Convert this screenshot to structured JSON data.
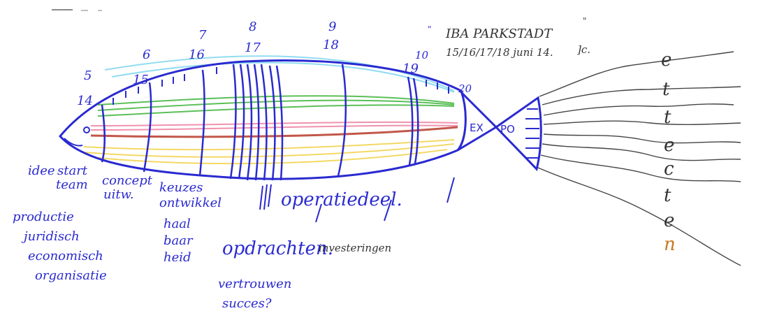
{
  "header": {
    "quote_open": "\"",
    "title": "IBA PARKSTADT",
    "quote_close": "\"",
    "dates": "15/16/17/18 juni 14.",
    "initial": "]c."
  },
  "scale_numbers": [
    "5",
    "6",
    "7",
    "8",
    "9",
    "10",
    "14",
    "15",
    "16",
    "17",
    "18",
    "19",
    "20"
  ],
  "tail_letters": [
    "e",
    "t",
    "t",
    "e",
    "c",
    "t",
    "e",
    "n"
  ],
  "fish": {
    "ex_label": "EX",
    "po_label": "PO"
  },
  "phases": {
    "idee": "idee",
    "start_team": [
      "start",
      "team"
    ],
    "concept": [
      "concept",
      "uitw."
    ],
    "keuzes": [
      "keuzes",
      "ontwikkel"
    ],
    "haalbaarheid": [
      "haal",
      "baar",
      "heid"
    ],
    "operatiedeel": "operatiedeel.",
    "opdrachten": "opdrachten.",
    "investeringen": "investeringen",
    "vertrouwen": [
      "vertrouwen",
      "succes?"
    ]
  },
  "aspects": [
    "productie",
    "juridisch",
    "economisch",
    "organisatie"
  ],
  "colors": {
    "ink": "#2a2ad0",
    "cyan": "#7fd6ee",
    "green": "#3fb53a",
    "pink": "#ee7fa0",
    "red": "#b83a2a",
    "yellow": "#f2d24a",
    "orange": "#c8781e"
  }
}
